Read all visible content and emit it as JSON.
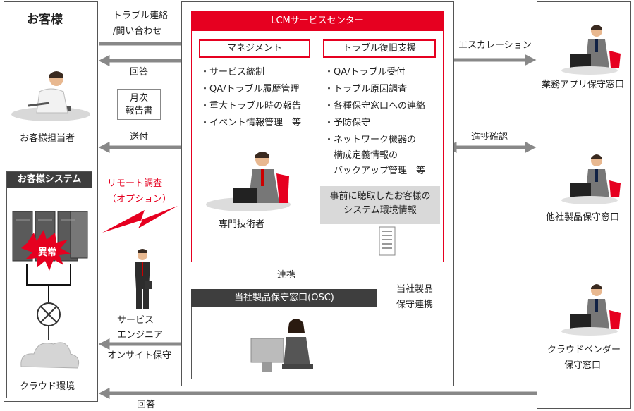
{
  "customer": {
    "title": "お客様",
    "person_label": "お客様担当者",
    "system_title": "お客様システム",
    "anomaly_label": "異常",
    "cloud_label": "クラウド環境"
  },
  "arrows": {
    "contact_line1": "トラブル連絡",
    "contact_line2": "/問い合わせ",
    "reply": "回答",
    "report_line1": "月次",
    "report_line2": "報告書",
    "send": "送付",
    "remote_line1": "リモート調査",
    "remote_line2": "（オプション）",
    "engineer_line1": "サービス",
    "engineer_line2": "エンジニア",
    "onsite": "オンサイト保守",
    "bottom_reply": "回答",
    "escalation": "エスカレーション",
    "progress": "進捗確認",
    "coop": "連携",
    "product_line1": "当社製品",
    "product_line2": "保守連携"
  },
  "center": {
    "title": "LCMサービスセンター",
    "management_title": "マネジメント",
    "management_items": [
      "・サービス統制",
      "・QA/トラブル履歴管理",
      "・重大トラブル時の報告",
      "・イベント情報管理　等"
    ],
    "support_title": "トラブル復旧支援",
    "support_items": [
      "・QA/トラブル受付",
      "・トラブル原因調査",
      "・各種保守窓口への連絡",
      "・予防保守",
      "・ネットワーク機器の",
      "　構成定義情報の",
      "　バックアップ管理　等"
    ],
    "info_line1": "事前に聴取したお客様の",
    "info_line2": "システム環境情報",
    "tech_label": "専門技術者",
    "osc_title": "当社製品保守窓口(OSC)"
  },
  "vendors": {
    "app": "業務アプリ保守窓口",
    "other": "他社製品保守窓口",
    "cloud_line1": "クラウドベンダー",
    "cloud_line2": "保守窓口"
  },
  "colors": {
    "accent": "#e60020",
    "arrow": "#888888",
    "dark": "#3e3e3e"
  }
}
